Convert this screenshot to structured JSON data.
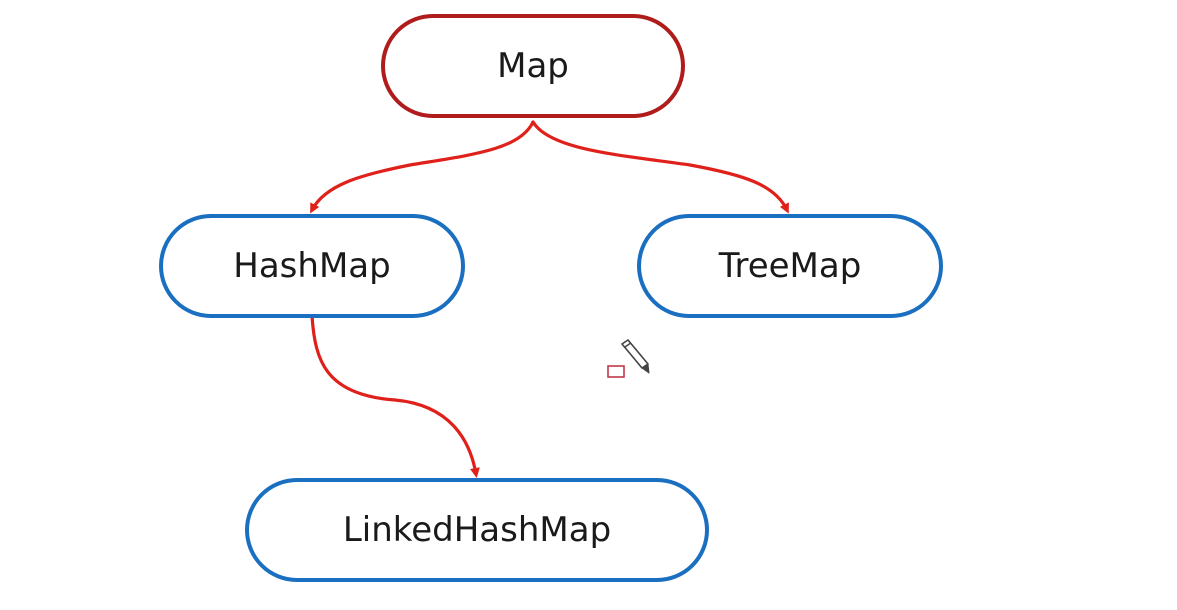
{
  "nodes": {
    "map": "Map",
    "hashmap": "HashMap",
    "treemap": "TreeMap",
    "linkedhashmap": "LinkedHashMap"
  },
  "colors": {
    "root_border": "#b01c1c",
    "child_border": "#1a6fc0",
    "edge": "#e0201a",
    "text": "#1a1a1a",
    "cursor_outline": "#444444",
    "cursor_marker": "#c0394a"
  },
  "icons": {
    "cursor": "pencil-cursor-icon"
  }
}
